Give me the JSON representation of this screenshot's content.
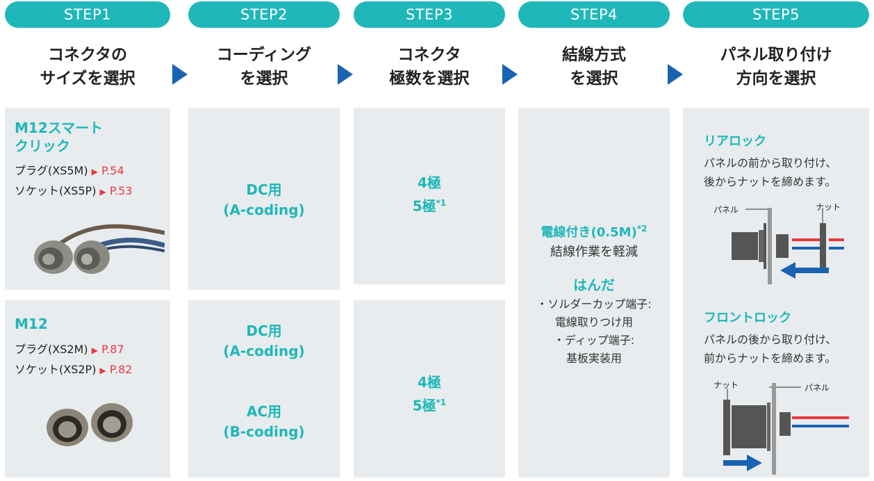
{
  "steps": [
    {
      "label": "STEP1",
      "title_line1": "コネクタの",
      "title_line2": "サイズを選択"
    },
    {
      "label": "STEP2",
      "title_line1": "コーディング",
      "title_line2": "を選択"
    },
    {
      "label": "STEP3",
      "title_line1": "コネクタ",
      "title_line2": "極数を選択"
    },
    {
      "label": "STEP4",
      "title_line1": "結線方式",
      "title_line2": "を選択"
    },
    {
      "label": "STEP5",
      "title_line1": "パネル取り付け",
      "title_line2": "方向を選択"
    }
  ],
  "step1": {
    "box1": {
      "title_line1": "M12スマート",
      "title_line2": "クリック",
      "row1_label": "プラグ(XS5M)",
      "row1_page": "P.54",
      "row2_label": "ソケット(XS5P)",
      "row2_page": "P.53"
    },
    "box2": {
      "title": "M12",
      "row1_label": "プラグ(XS2M)",
      "row1_page": "P.87",
      "row2_label": "ソケット(XS2P)",
      "row2_page": "P.82"
    }
  },
  "step2": {
    "box1": {
      "line1": "DC用",
      "line2": "(A-coding)"
    },
    "box2": {
      "line1": "DC用",
      "line2": "(A-coding)",
      "line3": "AC用",
      "line4": "(B-coding)"
    }
  },
  "step3": {
    "box1": {
      "line1": "4極",
      "line2": "5極",
      "sup": "*1"
    },
    "box2": {
      "line1": "4極",
      "line2": "5極",
      "sup": "*1"
    }
  },
  "step4": {
    "wire_title": "電線付き(0.5M)",
    "wire_sup": "*2",
    "wire_desc": "結線作業を軽減",
    "solder_title": "はんだ",
    "solder_l1": "・ソルダーカップ端子:",
    "solder_l2": "電線取りつけ用",
    "solder_l3": "・ディップ端子:",
    "solder_l4": "基板実装用"
  },
  "step5": {
    "rear": {
      "title": "リアロック",
      "desc1": "パネルの前から取り付け、",
      "desc2": "後からナットを締めます。",
      "label_panel": "パネル",
      "label_nut": "ナット"
    },
    "front": {
      "title": "フロントロック",
      "desc1": "パネルの後から取り付け、",
      "desc2": "前からナットを締めます。",
      "label_panel": "パネル",
      "label_nut": "ナット"
    }
  },
  "colors": {
    "teal": "#1fb7b9",
    "arrow": "#1a63b3",
    "box": "#e8ecee",
    "link": "#e8393e",
    "wire_red": "#e8393e",
    "wire_blue": "#1a63b3"
  }
}
